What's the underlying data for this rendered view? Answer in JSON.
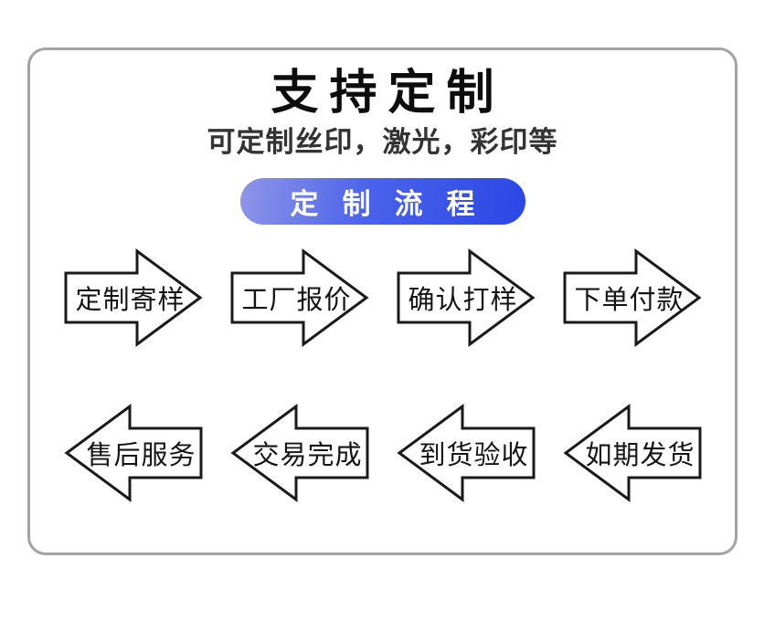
{
  "page": {
    "background_color": "#ffffff",
    "card_border_color": "#a3a3a3"
  },
  "header": {
    "title": "支持定制",
    "subtitle": "可定制丝印，激光，彩印等"
  },
  "process": {
    "badge_label": "定制流程",
    "badge_gradient_start": "#8f96e8",
    "badge_gradient_end": "#2a47e5",
    "badge_text_color": "#ffffff",
    "arrow_outline_color": "#1a1a1a",
    "arrow_fill_color": "#ffffff",
    "row1": [
      {
        "label": "定制寄样",
        "direction": "right"
      },
      {
        "label": "工厂报价",
        "direction": "right"
      },
      {
        "label": "确认打样",
        "direction": "right"
      },
      {
        "label": "下单付款",
        "direction": "right"
      }
    ],
    "row2": [
      {
        "label": "售后服务",
        "direction": "left"
      },
      {
        "label": "交易完成",
        "direction": "left"
      },
      {
        "label": "到货验收",
        "direction": "left"
      },
      {
        "label": "如期发货",
        "direction": "left"
      }
    ]
  }
}
